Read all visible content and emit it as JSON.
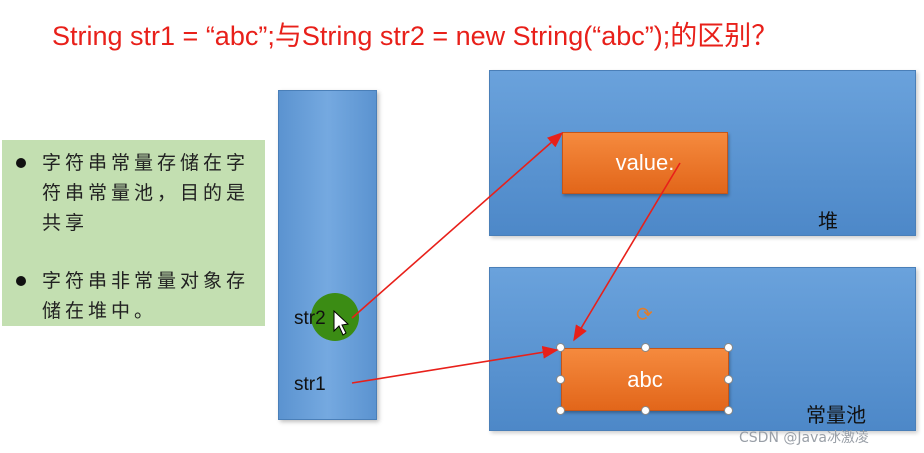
{
  "title": "String str1  = “abc”;与String str2 = new String(“abc”);的区别？",
  "notes": {
    "items": [
      {
        "text": "字符串常量存储在字符串常量池，目的是共享"
      },
      {
        "text": "字符串非常量对象存储在堆中。"
      }
    ]
  },
  "stack": {
    "vars": {
      "str2": "str2",
      "str1": "str1"
    }
  },
  "heap": {
    "label": "堆",
    "value_box": "value:"
  },
  "pool": {
    "label": "常量池",
    "abc_box": "abc"
  },
  "watermark": "CSDN @Java冰激凌",
  "colors": {
    "title": "#e8201a",
    "arrow": "#e8201a",
    "orange_box": "#ee7a2e",
    "region_blue": "#5b93d0",
    "note_green": "#c3dfb1",
    "pointer_circle": "#3b8c14"
  },
  "icons": {
    "rotate": "rotate-handle-icon",
    "cursor": "mouse-pointer-icon"
  }
}
